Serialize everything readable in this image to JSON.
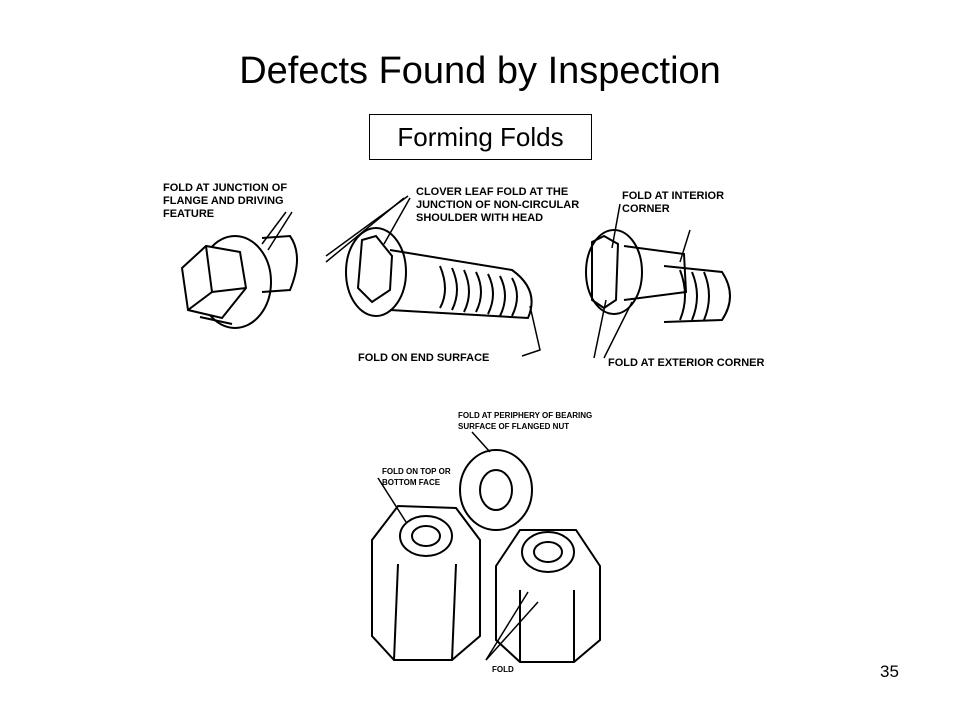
{
  "slide": {
    "title": "Defects Found by Inspection",
    "subtitle": "Forming Folds",
    "page_number": "35"
  },
  "figure_top": {
    "label_flange": [
      "FOLD AT JUNCTION OF",
      "FLANGE AND DRIVING",
      "FEATURE"
    ],
    "label_clover": [
      "CLOVER LEAF FOLD AT THE",
      "JUNCTION OF NON-CIRCULAR",
      "SHOULDER WITH HEAD"
    ],
    "label_end_surface": "FOLD ON END SURFACE",
    "label_interior": [
      "FOLD AT INTERIOR",
      "CORNER"
    ],
    "label_exterior": "FOLD AT EXTERIOR CORNER"
  },
  "figure_bottom": {
    "label_periphery": [
      "FOLD AT PERIPHERY OF BEARING",
      "SURFACE OF FLANGED NUT"
    ],
    "label_top_face": [
      "FOLD ON TOP OR",
      "BOTTOM FACE"
    ],
    "label_fold": "FOLD"
  }
}
